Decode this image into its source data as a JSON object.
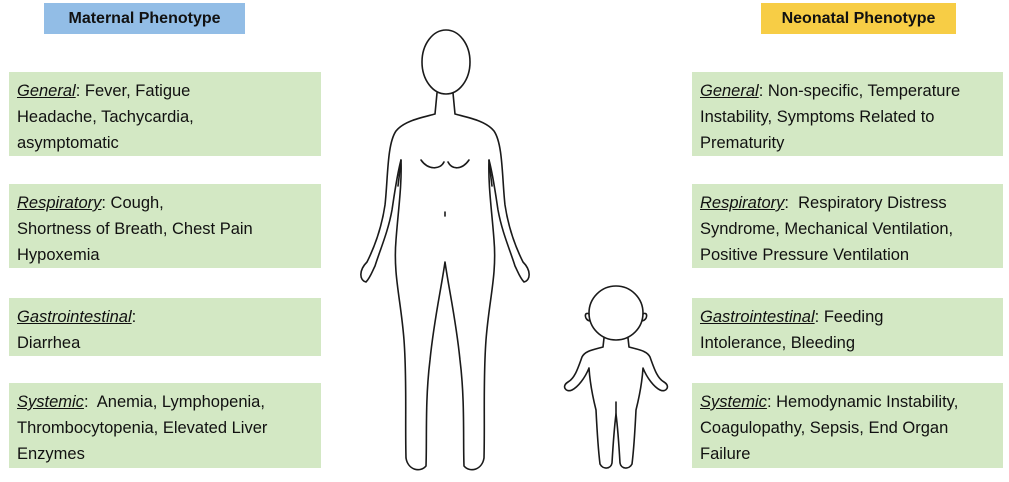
{
  "maternal": {
    "title": "Maternal Phenotype",
    "sections": [
      {
        "category": "General",
        "sep": ": ",
        "lines": [
          "Fever, Fatigue",
          "Headache, Tachycardia,",
          "asymptomatic"
        ]
      },
      {
        "category": "Respiratory",
        "sep": ": ",
        "lines": [
          "Cough,",
          "Shortness of Breath, Chest Pain",
          "Hypoxemia"
        ]
      },
      {
        "category": "Gastrointestinal",
        "sep": ":",
        "lines": [
          "",
          "Diarrhea"
        ]
      },
      {
        "category": "Systemic",
        "sep": ":  ",
        "lines": [
          "Anemia, Lymphopenia,",
          "Thrombocytopenia, Elevated Liver",
          "Enzymes"
        ]
      }
    ]
  },
  "neonatal": {
    "title": "Neonatal Phenotype",
    "sections": [
      {
        "category": "General",
        "sep": ": ",
        "lines": [
          "Non-specific, Temperature",
          "Instability, Symptoms Related to",
          "Prematurity"
        ]
      },
      {
        "category": "Respiratory",
        "sep": ":  ",
        "lines": [
          "Respiratory Distress",
          "Syndrome, Mechanical Ventilation,",
          "Positive Pressure Ventilation"
        ]
      },
      {
        "category": "Gastrointestinal",
        "sep": ": ",
        "lines": [
          "Feeding",
          "Intolerance, Bleeding"
        ]
      },
      {
        "category": "Systemic",
        "sep": ": ",
        "lines": [
          "Hemodynamic Instability,",
          "Coagulopathy, Sepsis, End Organ",
          "Failure"
        ]
      }
    ]
  },
  "colors": {
    "maternal_header": "#92bde6",
    "neonatal_header": "#f7cd45",
    "box_fill": "#d3e8c4",
    "outline": "#1a1a1a"
  },
  "icons": [
    "woman-figure-icon",
    "child-figure-icon"
  ]
}
